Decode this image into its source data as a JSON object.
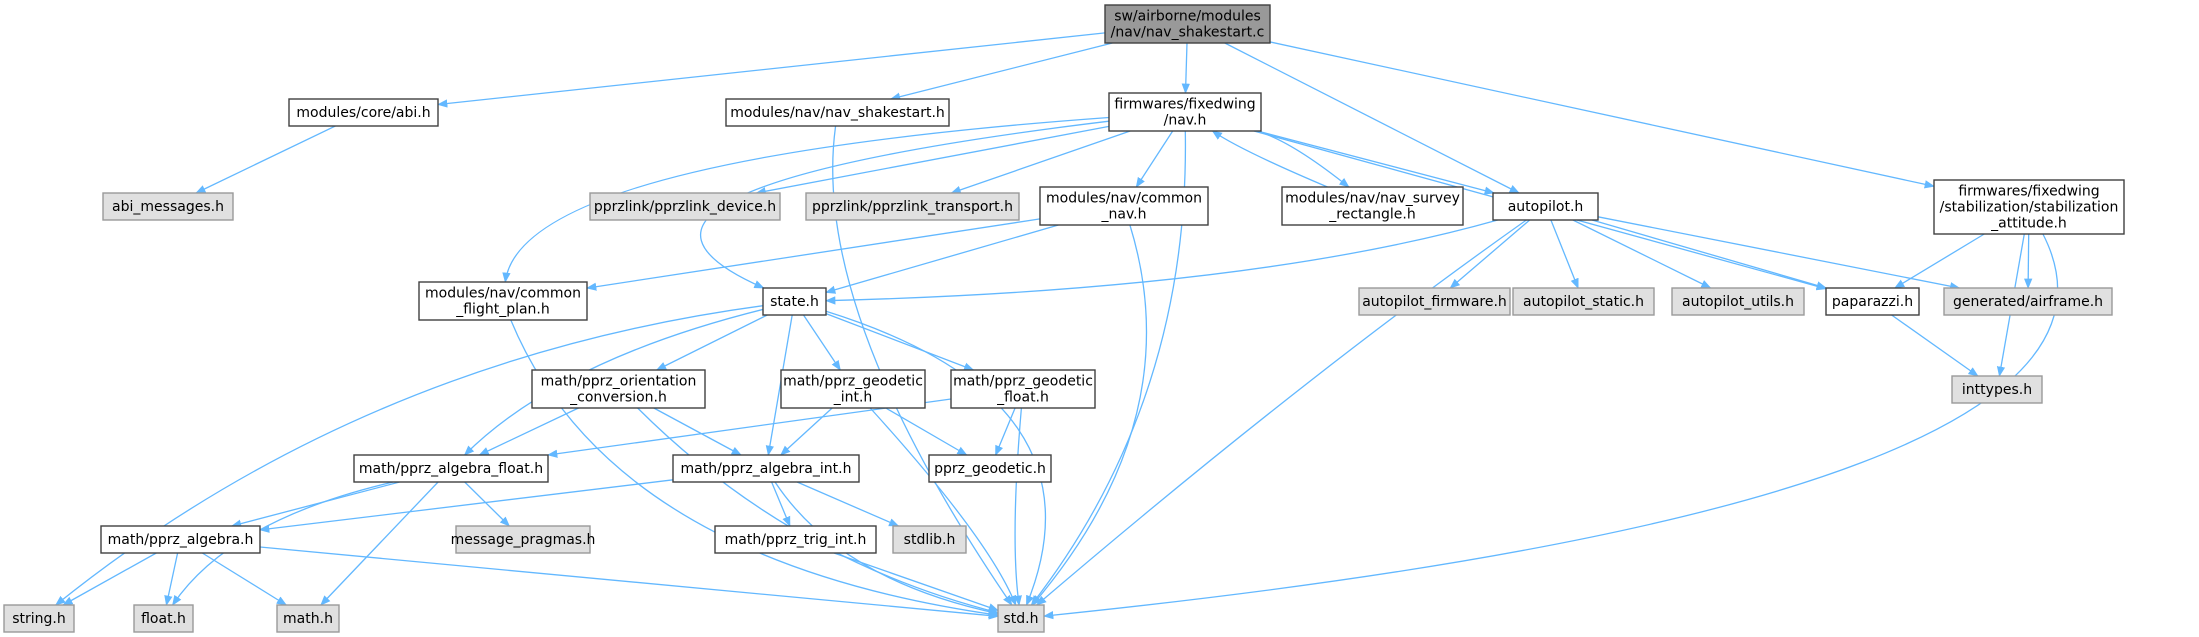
{
  "graph": {
    "nodes": [
      {
        "id": "root",
        "lines": [
          "sw/airborne/modules",
          "/nav/nav_shakestart.c"
        ],
        "kind": "root"
      },
      {
        "id": "abi",
        "lines": [
          "modules/core/abi.h"
        ],
        "kind": "normal"
      },
      {
        "id": "navshake",
        "lines": [
          "modules/nav/nav_shakestart.h"
        ],
        "kind": "normal"
      },
      {
        "id": "fwnav",
        "lines": [
          "firmwares/fixedwing",
          "/nav.h"
        ],
        "kind": "normal"
      },
      {
        "id": "stab",
        "lines": [
          "firmwares/fixedwing",
          "/stabilization/stabilization",
          "_attitude.h"
        ],
        "kind": "normal"
      },
      {
        "id": "abimsg",
        "lines": [
          "abi_messages.h"
        ],
        "kind": "external"
      },
      {
        "id": "pdev",
        "lines": [
          "pprzlink/pprzlink_device.h"
        ],
        "kind": "external"
      },
      {
        "id": "ptrans",
        "lines": [
          "pprzlink/pprzlink_transport.h"
        ],
        "kind": "external"
      },
      {
        "id": "cnav",
        "lines": [
          "modules/nav/common",
          "_nav.h"
        ],
        "kind": "normal"
      },
      {
        "id": "survey",
        "lines": [
          "modules/nav/nav_survey",
          "_rectangle.h"
        ],
        "kind": "normal"
      },
      {
        "id": "autopilot",
        "lines": [
          "autopilot.h"
        ],
        "kind": "normal"
      },
      {
        "id": "cfp",
        "lines": [
          "modules/nav/common",
          "_flight_plan.h"
        ],
        "kind": "normal"
      },
      {
        "id": "state",
        "lines": [
          "state.h"
        ],
        "kind": "normal"
      },
      {
        "id": "apfw",
        "lines": [
          "autopilot_firmware.h"
        ],
        "kind": "external"
      },
      {
        "id": "apstatic",
        "lines": [
          "autopilot_static.h"
        ],
        "kind": "external"
      },
      {
        "id": "aputils",
        "lines": [
          "autopilot_utils.h"
        ],
        "kind": "external"
      },
      {
        "id": "paparazzi",
        "lines": [
          "paparazzi.h"
        ],
        "kind": "normal"
      },
      {
        "id": "airframe",
        "lines": [
          "generated/airframe.h"
        ],
        "kind": "external"
      },
      {
        "id": "orient",
        "lines": [
          "math/pprz_orientation",
          "_conversion.h"
        ],
        "kind": "normal"
      },
      {
        "id": "geoint",
        "lines": [
          "math/pprz_geodetic",
          "_int.h"
        ],
        "kind": "normal"
      },
      {
        "id": "geofloat",
        "lines": [
          "math/pprz_geodetic",
          "_float.h"
        ],
        "kind": "normal"
      },
      {
        "id": "inttypes",
        "lines": [
          "inttypes.h"
        ],
        "kind": "external"
      },
      {
        "id": "algfloat",
        "lines": [
          "math/pprz_algebra_float.h"
        ],
        "kind": "normal"
      },
      {
        "id": "algint",
        "lines": [
          "math/pprz_algebra_int.h"
        ],
        "kind": "normal"
      },
      {
        "id": "geodetic",
        "lines": [
          "pprz_geodetic.h"
        ],
        "kind": "normal"
      },
      {
        "id": "alg",
        "lines": [
          "math/pprz_algebra.h"
        ],
        "kind": "normal"
      },
      {
        "id": "msgpr",
        "lines": [
          "message_pragmas.h"
        ],
        "kind": "external"
      },
      {
        "id": "trigint",
        "lines": [
          "math/pprz_trig_int.h"
        ],
        "kind": "normal"
      },
      {
        "id": "stdlib",
        "lines": [
          "stdlib.h"
        ],
        "kind": "external"
      },
      {
        "id": "string",
        "lines": [
          "string.h"
        ],
        "kind": "external"
      },
      {
        "id": "floath",
        "lines": [
          "float.h"
        ],
        "kind": "external"
      },
      {
        "id": "mathh",
        "lines": [
          "math.h"
        ],
        "kind": "external"
      },
      {
        "id": "std",
        "lines": [
          "std.h"
        ],
        "kind": "external"
      }
    ],
    "edges": [
      [
        "root",
        "abi"
      ],
      [
        "root",
        "navshake"
      ],
      [
        "root",
        "fwnav"
      ],
      [
        "root",
        "autopilot"
      ],
      [
        "root",
        "stab"
      ],
      [
        "abi",
        "abimsg"
      ],
      [
        "navshake",
        "std"
      ],
      [
        "fwnav",
        "cfp"
      ],
      [
        "fwnav",
        "state"
      ],
      [
        "fwnav",
        "pdev"
      ],
      [
        "fwnav",
        "ptrans"
      ],
      [
        "fwnav",
        "cnav"
      ],
      [
        "fwnav",
        "survey"
      ],
      [
        "fwnav",
        "autopilot"
      ],
      [
        "fwnav",
        "paparazzi"
      ],
      [
        "fwnav",
        "std"
      ],
      [
        "survey",
        "fwnav"
      ],
      [
        "cnav",
        "cfp"
      ],
      [
        "cnav",
        "state"
      ],
      [
        "cnav",
        "std"
      ],
      [
        "autopilot",
        "state"
      ],
      [
        "autopilot",
        "std"
      ],
      [
        "autopilot",
        "apfw"
      ],
      [
        "autopilot",
        "apstatic"
      ],
      [
        "autopilot",
        "aputils"
      ],
      [
        "autopilot",
        "paparazzi"
      ],
      [
        "autopilot",
        "airframe"
      ],
      [
        "stab",
        "paparazzi"
      ],
      [
        "stab",
        "airframe"
      ],
      [
        "stab",
        "inttypes"
      ],
      [
        "stab",
        "std"
      ],
      [
        "paparazzi",
        "inttypes"
      ],
      [
        "cfp",
        "std"
      ],
      [
        "state",
        "string"
      ],
      [
        "state",
        "algfloat"
      ],
      [
        "state",
        "orient"
      ],
      [
        "state",
        "algint"
      ],
      [
        "state",
        "geoint"
      ],
      [
        "state",
        "geofloat"
      ],
      [
        "state",
        "std"
      ],
      [
        "orient",
        "algfloat"
      ],
      [
        "orient",
        "algint"
      ],
      [
        "orient",
        "std"
      ],
      [
        "geoint",
        "algint"
      ],
      [
        "geoint",
        "geodetic"
      ],
      [
        "geoint",
        "std"
      ],
      [
        "geofloat",
        "algfloat"
      ],
      [
        "geofloat",
        "geodetic"
      ],
      [
        "geofloat",
        "std"
      ],
      [
        "algfloat",
        "alg"
      ],
      [
        "algfloat",
        "msgpr"
      ],
      [
        "algfloat",
        "mathh"
      ],
      [
        "algfloat",
        "floath"
      ],
      [
        "algint",
        "alg"
      ],
      [
        "algint",
        "trigint"
      ],
      [
        "algint",
        "stdlib"
      ],
      [
        "algint",
        "std"
      ],
      [
        "alg",
        "string"
      ],
      [
        "alg",
        "floath"
      ],
      [
        "alg",
        "mathh"
      ],
      [
        "alg",
        "std"
      ],
      [
        "trigint",
        "std"
      ]
    ]
  }
}
